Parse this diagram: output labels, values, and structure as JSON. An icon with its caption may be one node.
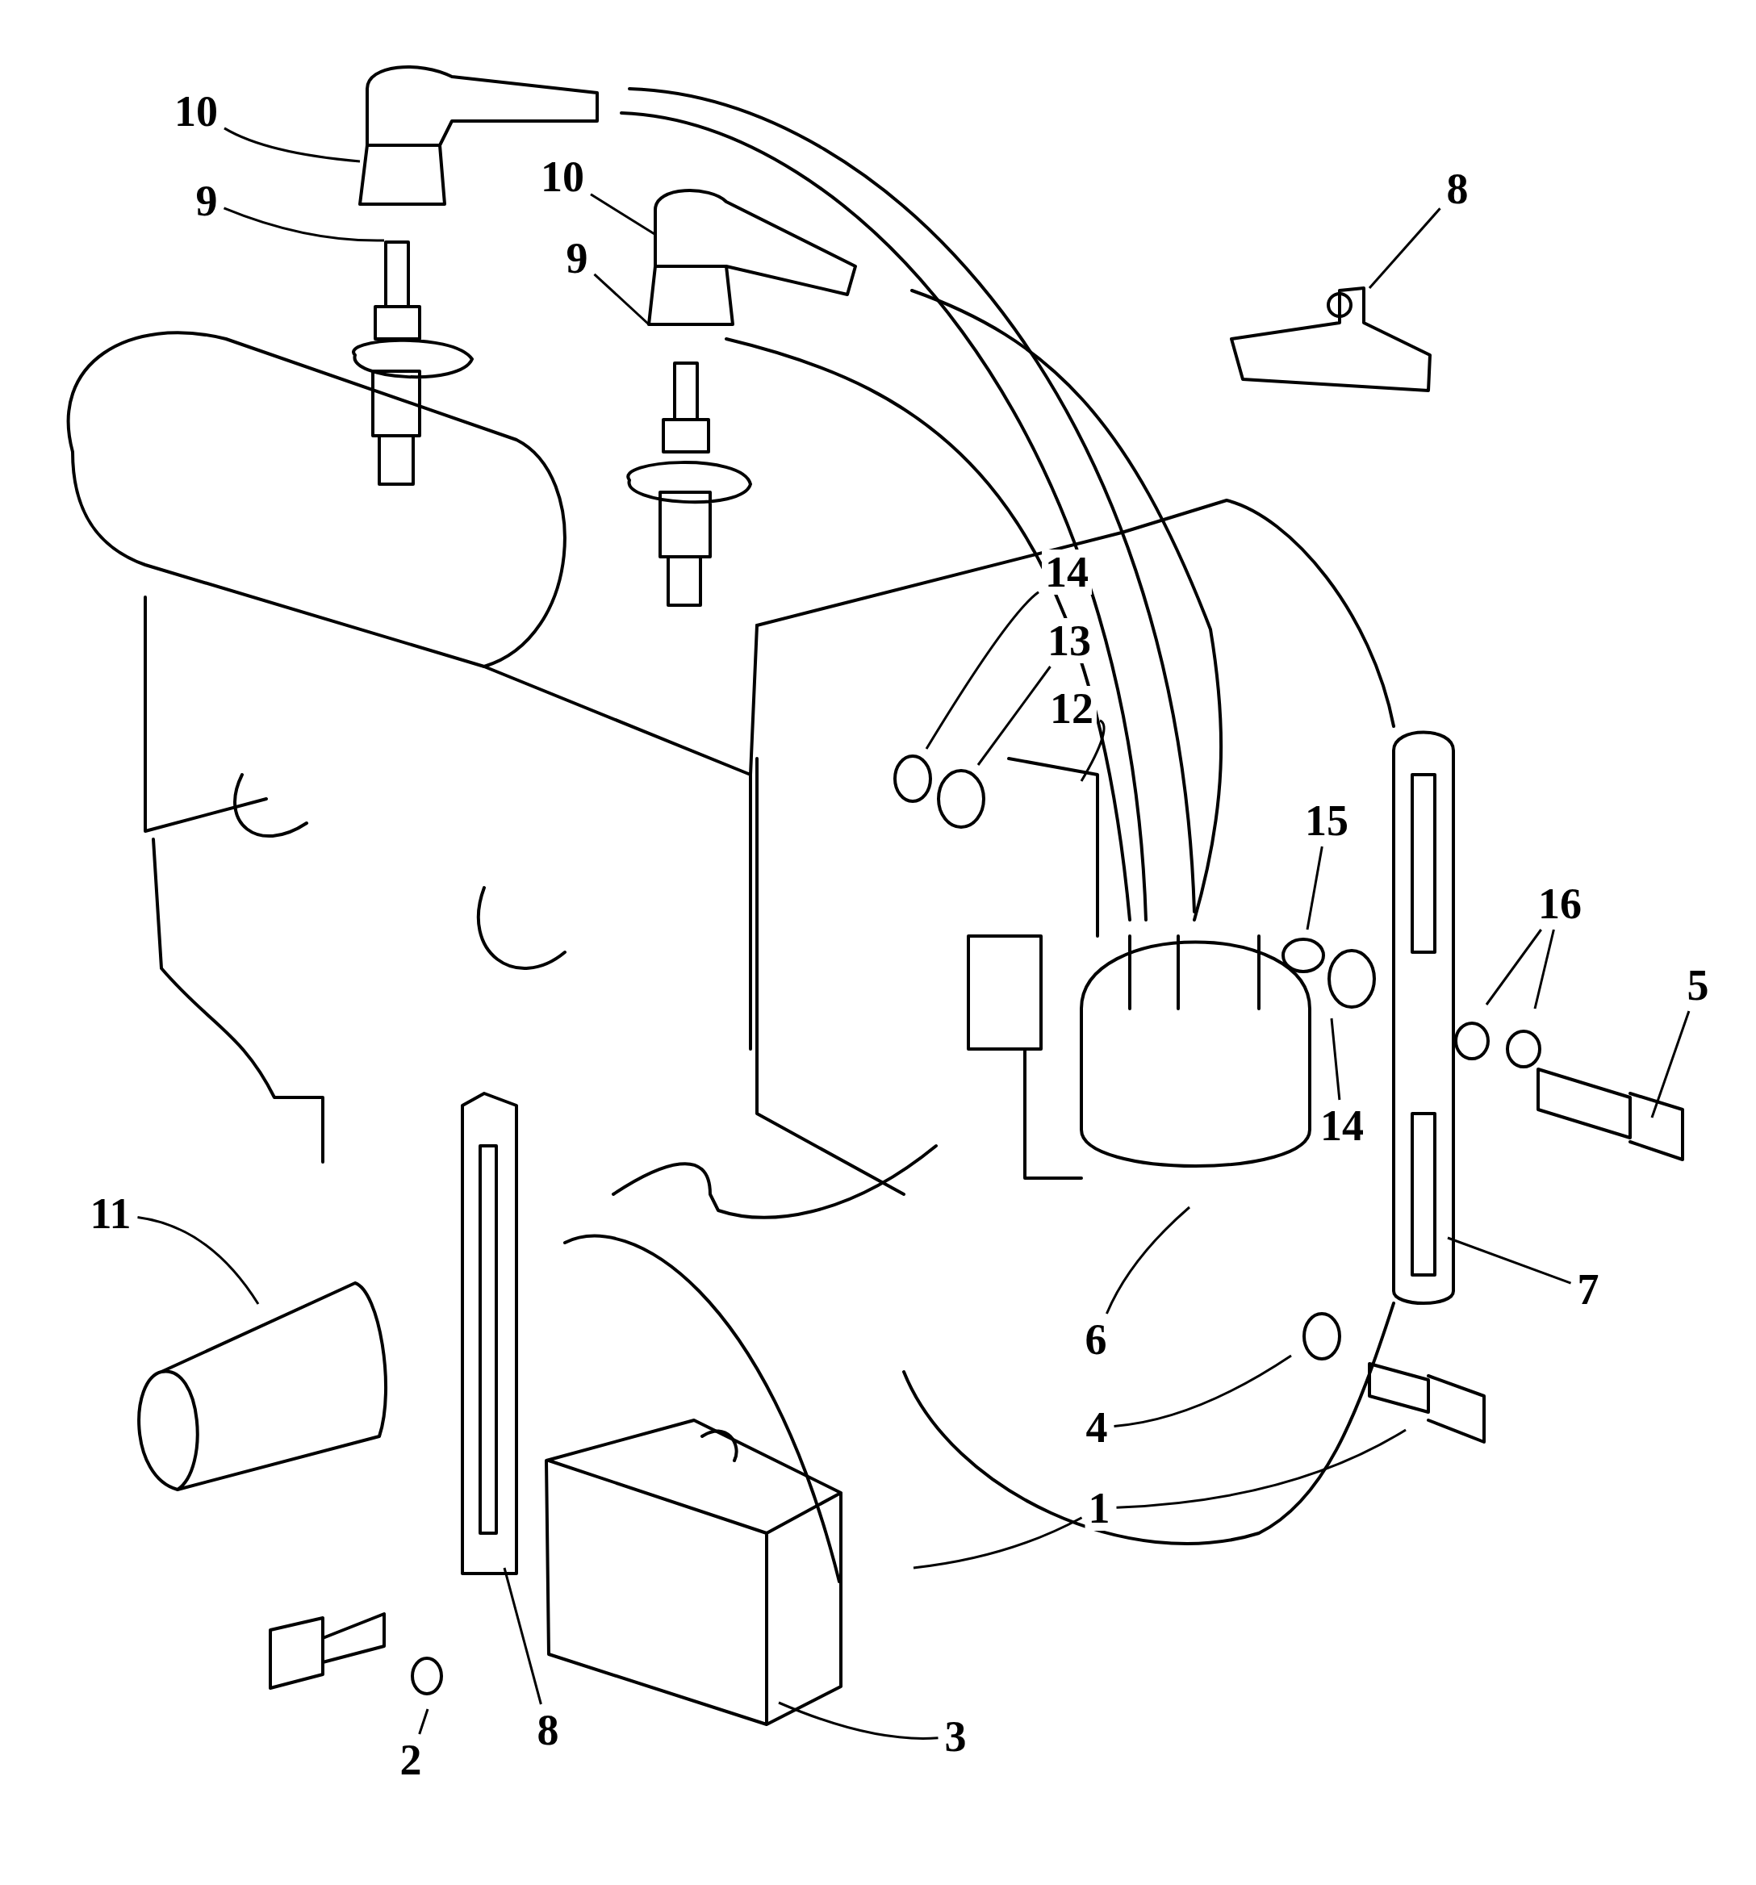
{
  "diagram": {
    "nodes": [
      {
        "text": [
          "10"
        ]
      },
      {
        "text": [
          "10"
        ]
      },
      {
        "text": [
          "9"
        ]
      },
      {
        "text": [
          "9"
        ]
      },
      {
        "text": [
          "8"
        ]
      },
      {
        "text": [
          "14"
        ]
      },
      {
        "text": [
          "13"
        ]
      },
      {
        "text": [
          "12"
        ]
      },
      {
        "text": [
          "15"
        ]
      },
      {
        "text": [
          "16"
        ]
      },
      {
        "text": [
          "5"
        ]
      },
      {
        "text": [
          "14"
        ]
      },
      {
        "text": [
          "7"
        ]
      },
      {
        "text": [
          "6"
        ]
      },
      {
        "text": [
          "4"
        ]
      },
      {
        "text": [
          "1"
        ]
      },
      {
        "text": [
          "11"
        ]
      },
      {
        "text": [
          "2"
        ]
      },
      {
        "text": [
          "8"
        ]
      },
      {
        "text": [
          "3"
        ]
      }
    ],
    "edges": [
      {
        "from": 0,
        "to": null,
        "arrow": "none"
      },
      {
        "from": 1,
        "to": null,
        "arrow": "none"
      },
      {
        "from": 2,
        "to": null,
        "arrow": "none"
      },
      {
        "from": 3,
        "to": null,
        "arrow": "none"
      },
      {
        "from": 4,
        "to": null,
        "arrow": "none"
      },
      {
        "from": 5,
        "to": null,
        "arrow": "none"
      },
      {
        "from": 6,
        "to": null,
        "arrow": "none"
      },
      {
        "from": 7,
        "to": null,
        "arrow": "none"
      },
      {
        "from": 8,
        "to": null,
        "arrow": "none"
      },
      {
        "from": 9,
        "to": null,
        "arrow": "none"
      },
      {
        "from": 9,
        "to": null,
        "arrow": "none"
      },
      {
        "from": 10,
        "to": null,
        "arrow": "none"
      },
      {
        "from": 11,
        "to": null,
        "arrow": "none"
      },
      {
        "from": 12,
        "to": null,
        "arrow": "none"
      },
      {
        "from": 13,
        "to": null,
        "arrow": "none"
      },
      {
        "from": 14,
        "to": null,
        "arrow": "none"
      },
      {
        "from": 15,
        "to": null,
        "arrow": "none"
      },
      {
        "from": 15,
        "to": null,
        "arrow": "none"
      },
      {
        "from": 16,
        "to": null,
        "arrow": "none"
      },
      {
        "from": 17,
        "to": null,
        "arrow": "none"
      },
      {
        "from": 18,
        "to": null,
        "arrow": "none"
      },
      {
        "from": 19,
        "to": null,
        "arrow": "none"
      }
    ]
  }
}
